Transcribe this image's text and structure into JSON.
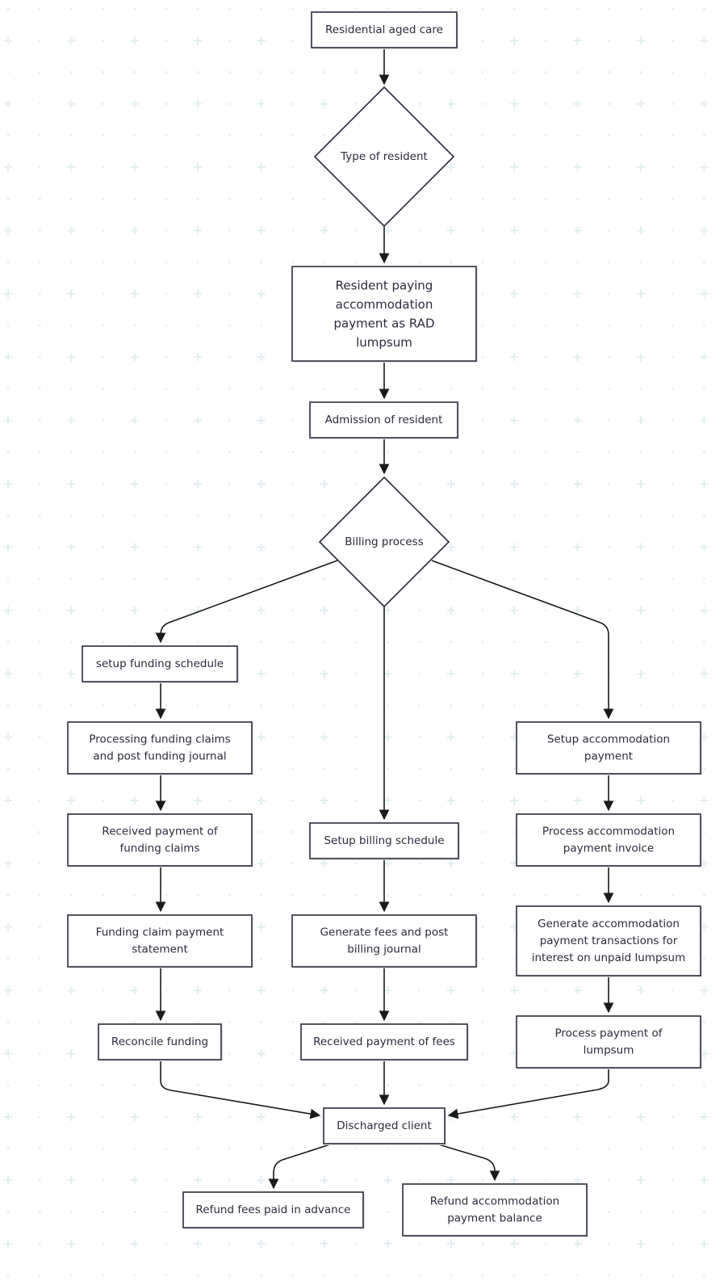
{
  "nodes": {
    "residential_aged_care": [
      "Residential aged care"
    ],
    "type_of_resident": [
      "Type of resident"
    ],
    "resident_paying": [
      "Resident paying",
      "accommodation",
      "payment as RAD",
      "lumpsum"
    ],
    "admission": [
      "Admission of resident"
    ],
    "billing_process": [
      "Billing process"
    ],
    "setup_funding_schedule": [
      "setup funding schedule"
    ],
    "processing_funding_claims": [
      "Processing funding claims",
      "and post funding journal"
    ],
    "received_payment_funding_claims": [
      "Received payment of",
      "funding claims"
    ],
    "funding_claim_statement": [
      "Funding claim payment",
      "statement"
    ],
    "reconcile_funding": [
      "Reconcile funding"
    ],
    "setup_billing_schedule": [
      "Setup billing schedule"
    ],
    "generate_fees": [
      "Generate fees and post",
      "billing journal"
    ],
    "received_payment_fees": [
      "Received payment of fees"
    ],
    "setup_accommodation_payment": [
      "Setup accommodation",
      "payment"
    ],
    "process_accommodation_invoice": [
      "Process accommodation",
      "payment invoice"
    ],
    "generate_accommodation_transactions": [
      "Generate accommodation",
      "payment transactions for",
      "interest on unpaid lumpsum"
    ],
    "process_payment_lumpsum": [
      "Process payment of",
      "lumpsum"
    ],
    "discharged_client": [
      "Discharged client"
    ],
    "refund_fees": [
      "Refund fees paid in advance"
    ],
    "refund_accommodation": [
      "Refund accommodation",
      "payment balance"
    ]
  },
  "colors": {
    "background": "#ffffff",
    "grid_plus": "#e2eef0",
    "grid_dot": "#e6ecee",
    "node_stroke": "#2b2b3b",
    "node_fill": "#ffffff",
    "edge": "#1a1a1a",
    "text": "#2b2b3b"
  }
}
